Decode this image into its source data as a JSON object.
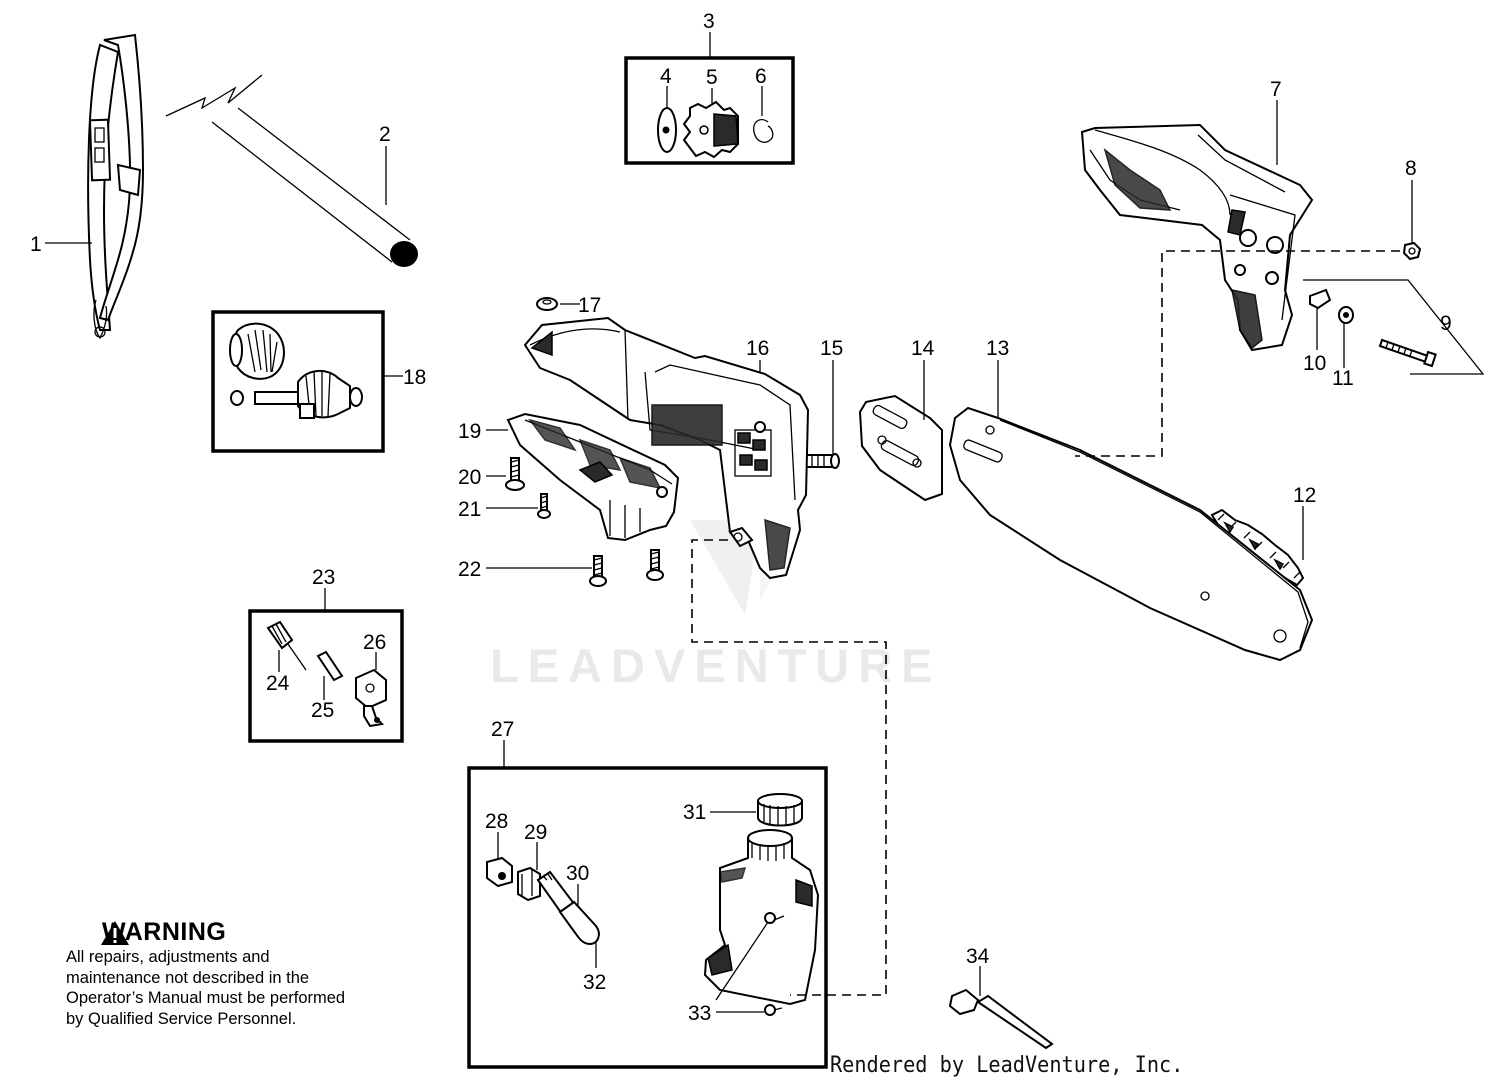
{
  "callouts": [
    "1",
    "2",
    "3",
    "4",
    "5",
    "6",
    "7",
    "8",
    "9",
    "10",
    "11",
    "12",
    "13",
    "14",
    "15",
    "16",
    "17",
    "18",
    "19",
    "20",
    "21",
    "22",
    "23",
    "24",
    "25",
    "26",
    "27",
    "28",
    "29",
    "30",
    "31",
    "32",
    "33",
    "34"
  ],
  "warning": {
    "title": "WARNING",
    "text": "All repairs, adjustments and maintenance not described in the Operator’s Manual must be performed by Qualified Service Personnel."
  },
  "watermark": "LEADVENTURE",
  "credit": "Rendered by LeadVenture, Inc."
}
